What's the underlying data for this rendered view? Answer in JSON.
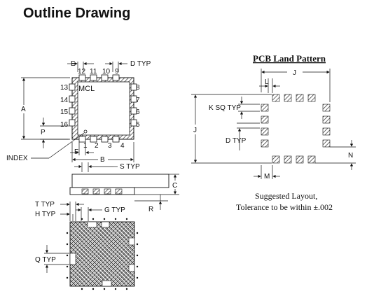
{
  "title": "Outline Drawing",
  "outline": {
    "pin_top": [
      "12",
      "11",
      "10",
      "9"
    ],
    "pin_right": [
      "8",
      "7",
      "6",
      "5"
    ],
    "pin_left": [
      "13",
      "14",
      "15",
      "16"
    ],
    "pin_bottom": [
      "1",
      "2",
      "3",
      "4"
    ],
    "brand": "MCL",
    "dims": {
      "E": "E",
      "D_typ": "D  TYP",
      "A": "A",
      "P": "P",
      "F": "F",
      "B": "B",
      "index": "INDEX",
      "S_typ": "S  TYP",
      "C": "C",
      "R": "R",
      "T_typ": "T  TYP",
      "H_typ": "H  TYP",
      "G_typ": "G  TYP",
      "Q_typ": "Q  TYP"
    }
  },
  "land_pattern": {
    "heading": "PCB Land Pattern",
    "dims": {
      "J_top": "J",
      "L": "L",
      "K_sq_typ": "K  SQ  TYP",
      "J_left": "J",
      "D_typ": "D  TYP",
      "N": "N",
      "M": "M"
    },
    "note_line1": "Suggested Layout,",
    "note_line2": "Tolerance to be within ±.002"
  }
}
